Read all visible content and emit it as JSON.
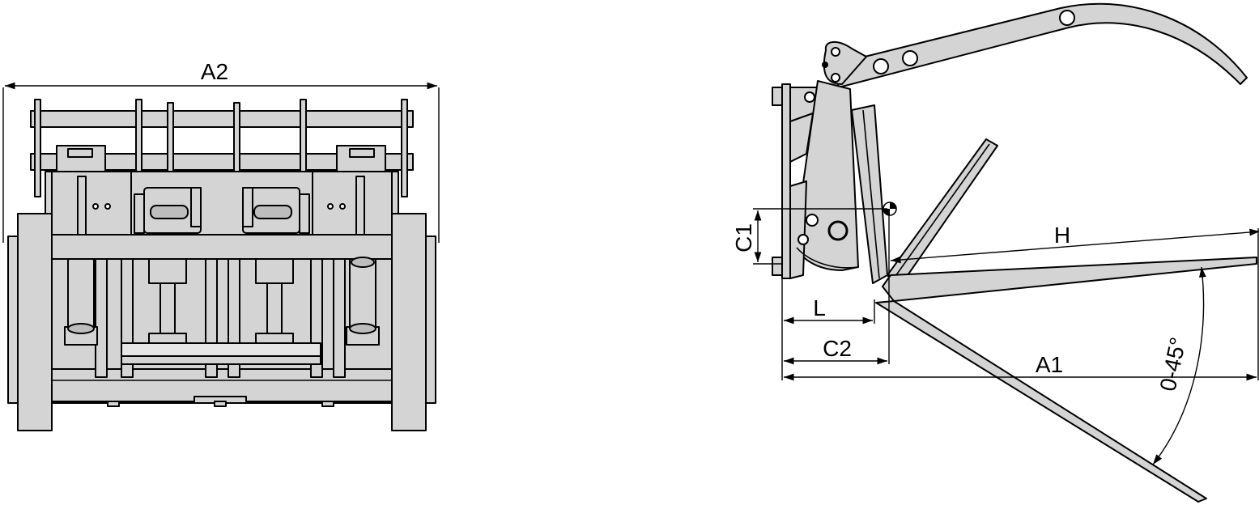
{
  "front_view": {
    "width_label": "A2"
  },
  "side_view": {
    "length_label": "H",
    "height_label": "C1",
    "depth_label": "L",
    "center_label": "C2",
    "overall_label": "A1",
    "angle_label": "0-45°"
  }
}
